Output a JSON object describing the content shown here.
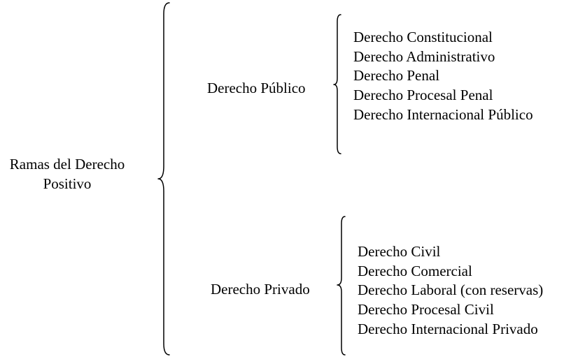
{
  "root": {
    "label_lines": [
      "Ramas del Derecho",
      "Positivo"
    ]
  },
  "branches": [
    {
      "label": "Derecho Público",
      "items": [
        "Derecho Constitucional",
        "Derecho Administrativo",
        "Derecho Penal",
        "Derecho Procesal Penal",
        "Derecho Internacional Público"
      ]
    },
    {
      "label": "Derecho Privado",
      "items": [
        "Derecho Civil",
        "Derecho Comercial",
        "Derecho Laboral (con reservas)",
        "Derecho Procesal Civil",
        "Derecho Internacional Privado"
      ]
    }
  ]
}
